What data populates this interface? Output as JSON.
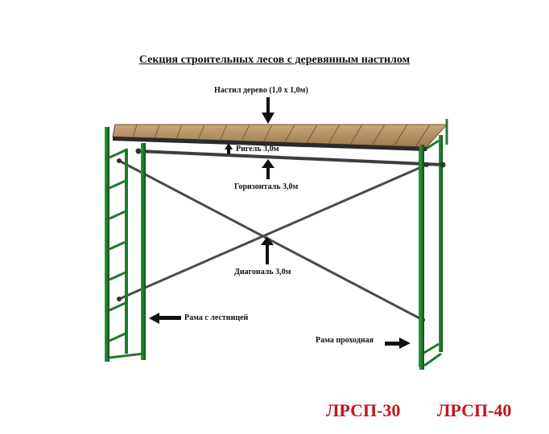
{
  "title": "Секция строительных лесов с деревянным настилом",
  "labels": {
    "deck": "Настил дерево (1,0 х 1,0м)",
    "rigel": "Ригель 3,0м",
    "horizontal": "Горизонталь 3,0м",
    "diagonal": "Диагональ 3,0м",
    "ladder_frame": "Рама с лестницей",
    "pass_frame": "Рама проходная"
  },
  "models": [
    "ЛРСП-30",
    "ЛРСП-40"
  ],
  "colors": {
    "frame": "#1f7a2c",
    "frame_dark": "#0f4d18",
    "rod": "#4a4a4a",
    "wood": "#b9966a",
    "wood_dark": "#8a6a44",
    "model_text": "#c0141c"
  }
}
